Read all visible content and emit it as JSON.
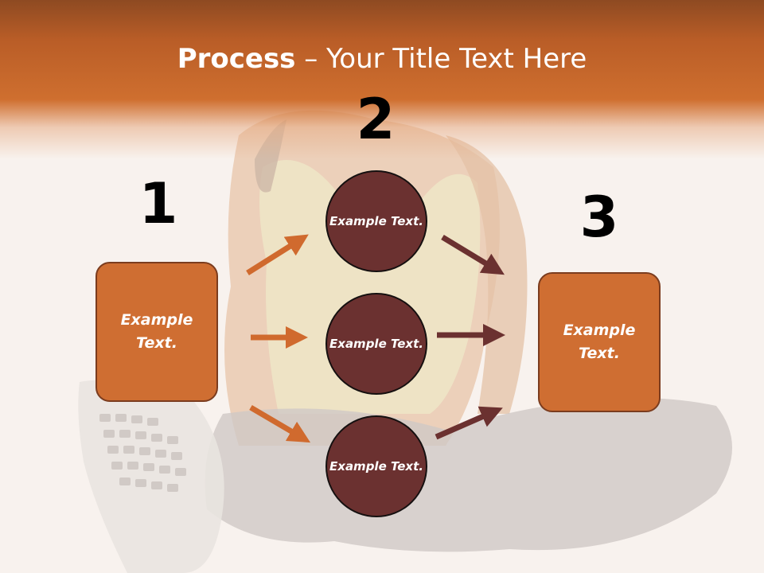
{
  "title": {
    "bold": "Process",
    "rest": " – Your Title Text Here"
  },
  "steps": [
    {
      "number": "1",
      "box_text": "Example Text."
    },
    {
      "number": "2",
      "circles": [
        "Example Text.",
        "Example Text.",
        "Example Text."
      ]
    },
    {
      "number": "3",
      "box_text": "Example Text."
    }
  ],
  "colors": {
    "header": "#cf6f2f",
    "box_fill": "#cf6e32",
    "box_border": "#7b3c1e",
    "circle_fill": "#6b3130",
    "arrow_left": "#d06a2e",
    "arrow_right": "#6b3130"
  }
}
